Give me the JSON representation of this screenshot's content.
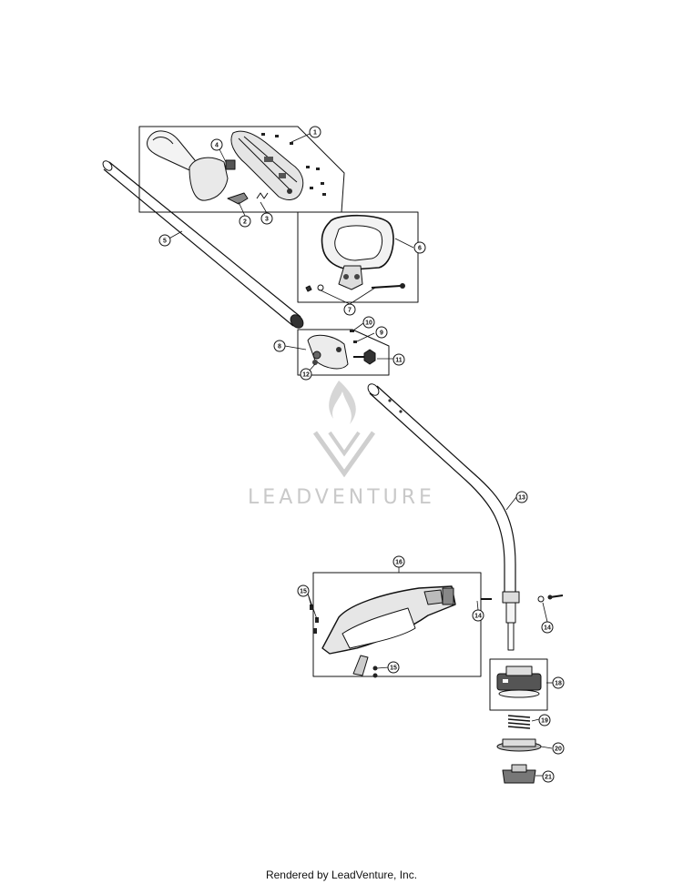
{
  "watermark": {
    "brand": "LEADVENTURE"
  },
  "footer": {
    "credit": "Rendered by LeadVenture, Inc."
  },
  "callouts": {
    "c1": "1",
    "c2": "2",
    "c3": "3",
    "c4": "4",
    "c5": "5",
    "c6": "6",
    "c7": "7",
    "c8": "8",
    "c9": "9",
    "c10": "10",
    "c11": "11",
    "c12": "12",
    "c13": "13",
    "c14a": "14",
    "c14b": "14",
    "c15a": "15",
    "c15b": "15",
    "c16": "16",
    "c18": "18",
    "c19": "19",
    "c20": "20",
    "c21": "21"
  },
  "colors": {
    "line": "#111111",
    "watermark": "#c9c9c9",
    "panel_fill": "#ffffff"
  }
}
